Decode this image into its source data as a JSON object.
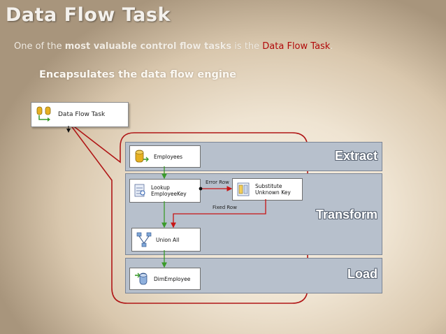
{
  "slide": {
    "title": "Data Flow Task",
    "subtitle_pre": "One of the ",
    "subtitle_bold": "most valuable control flow tasks",
    "subtitle_mid": " is the ",
    "subtitle_highlight": "Data Flow Task",
    "subtitle_end": ".",
    "bullet": "Encapsulates the data flow engine"
  },
  "control_flow": {
    "task_label": "Data Flow Task"
  },
  "stages": {
    "extract": "Extract",
    "transform": "Transform",
    "load": "Load"
  },
  "nodes": {
    "employees": "Employees",
    "lookup_line1": "Lookup",
    "lookup_line2": "EmployeeKey",
    "substitute_line1": "Substitute",
    "substitute_line2": "Unknown Key",
    "union_all": "Union All",
    "dim_employee": "DimEmployee"
  },
  "edges": {
    "error_row": "Error Row",
    "fixed_row": "Fixed Row"
  },
  "colors": {
    "highlight": "#b10a0a",
    "callout": "#b01616",
    "band": "#b7c0cc",
    "success_path": "#3a9a2a",
    "error_path": "#c81414"
  }
}
